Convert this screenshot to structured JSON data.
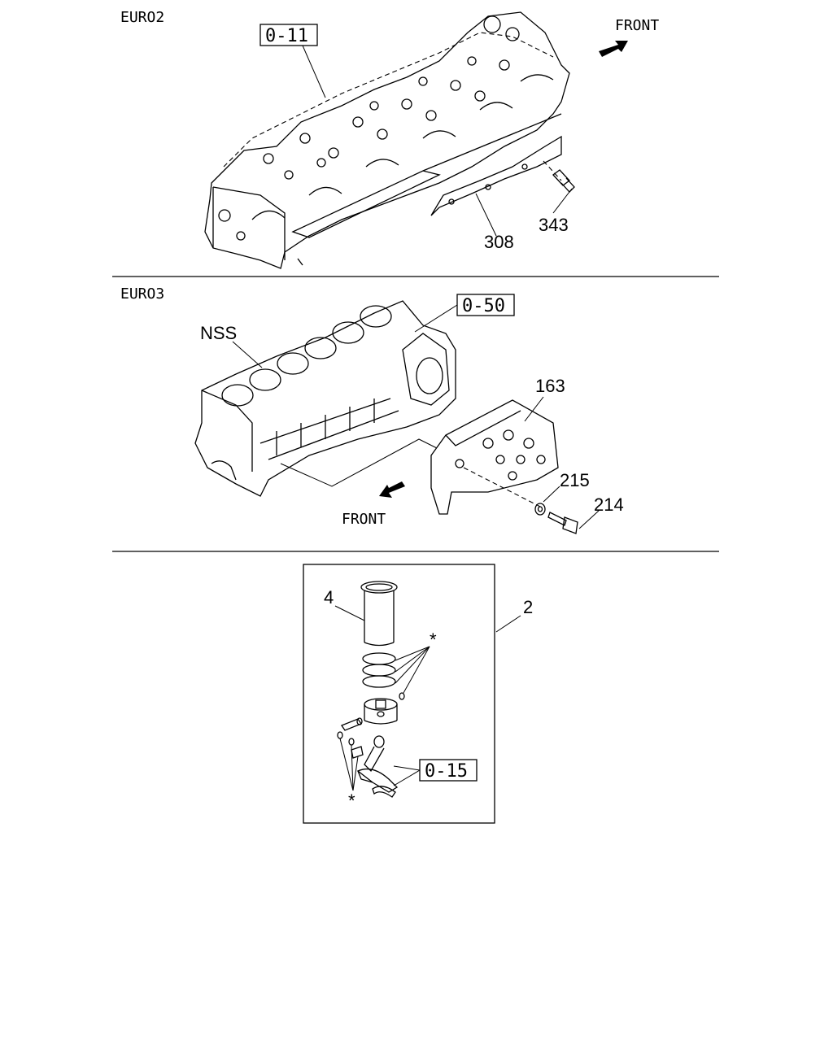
{
  "sections": {
    "euro2": {
      "title": "EURO2",
      "front_label": "FRONT",
      "ref_box": "0-11",
      "parts": [
        "308",
        "343"
      ]
    },
    "euro3": {
      "title": "EURO3",
      "front_label": "FRONT",
      "ref_box": "0-50",
      "nss_label": "NSS",
      "parts": [
        "163",
        "215",
        "214"
      ]
    },
    "piston_kit": {
      "assembly_part": "2",
      "liner_part": "4",
      "ref_box": "0-15",
      "asterisk_top": "*",
      "asterisk_bottom": "*"
    }
  }
}
